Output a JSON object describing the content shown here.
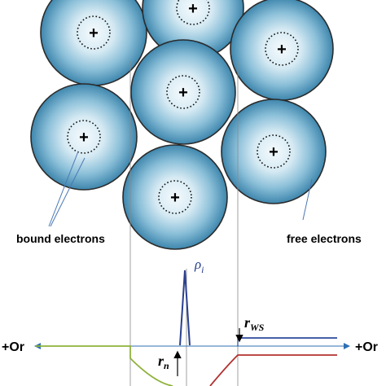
{
  "labels": {
    "bound_electrons": "bound electrons",
    "free_electrons": "free electrons",
    "rho": "ρ",
    "rho_sub": "i",
    "r_ws": "r",
    "r_ws_sub": "WS",
    "r_n": "r",
    "r_n_sub": "n",
    "axis_left": "+Or",
    "axis_right": "+Or",
    "plus": "+"
  },
  "colors": {
    "atom_center": "#f4fafd",
    "atom_mid": "#a9d0e2",
    "atom_edge": "#3e86ad",
    "outline": "#2b2b2b",
    "rho_peak": "#2a3f8f",
    "green_curve": "#8fb23c",
    "red_curve": "#b23030",
    "blue_curve": "#2b4a9b",
    "axis_arrow": "#2f6fb3"
  }
}
